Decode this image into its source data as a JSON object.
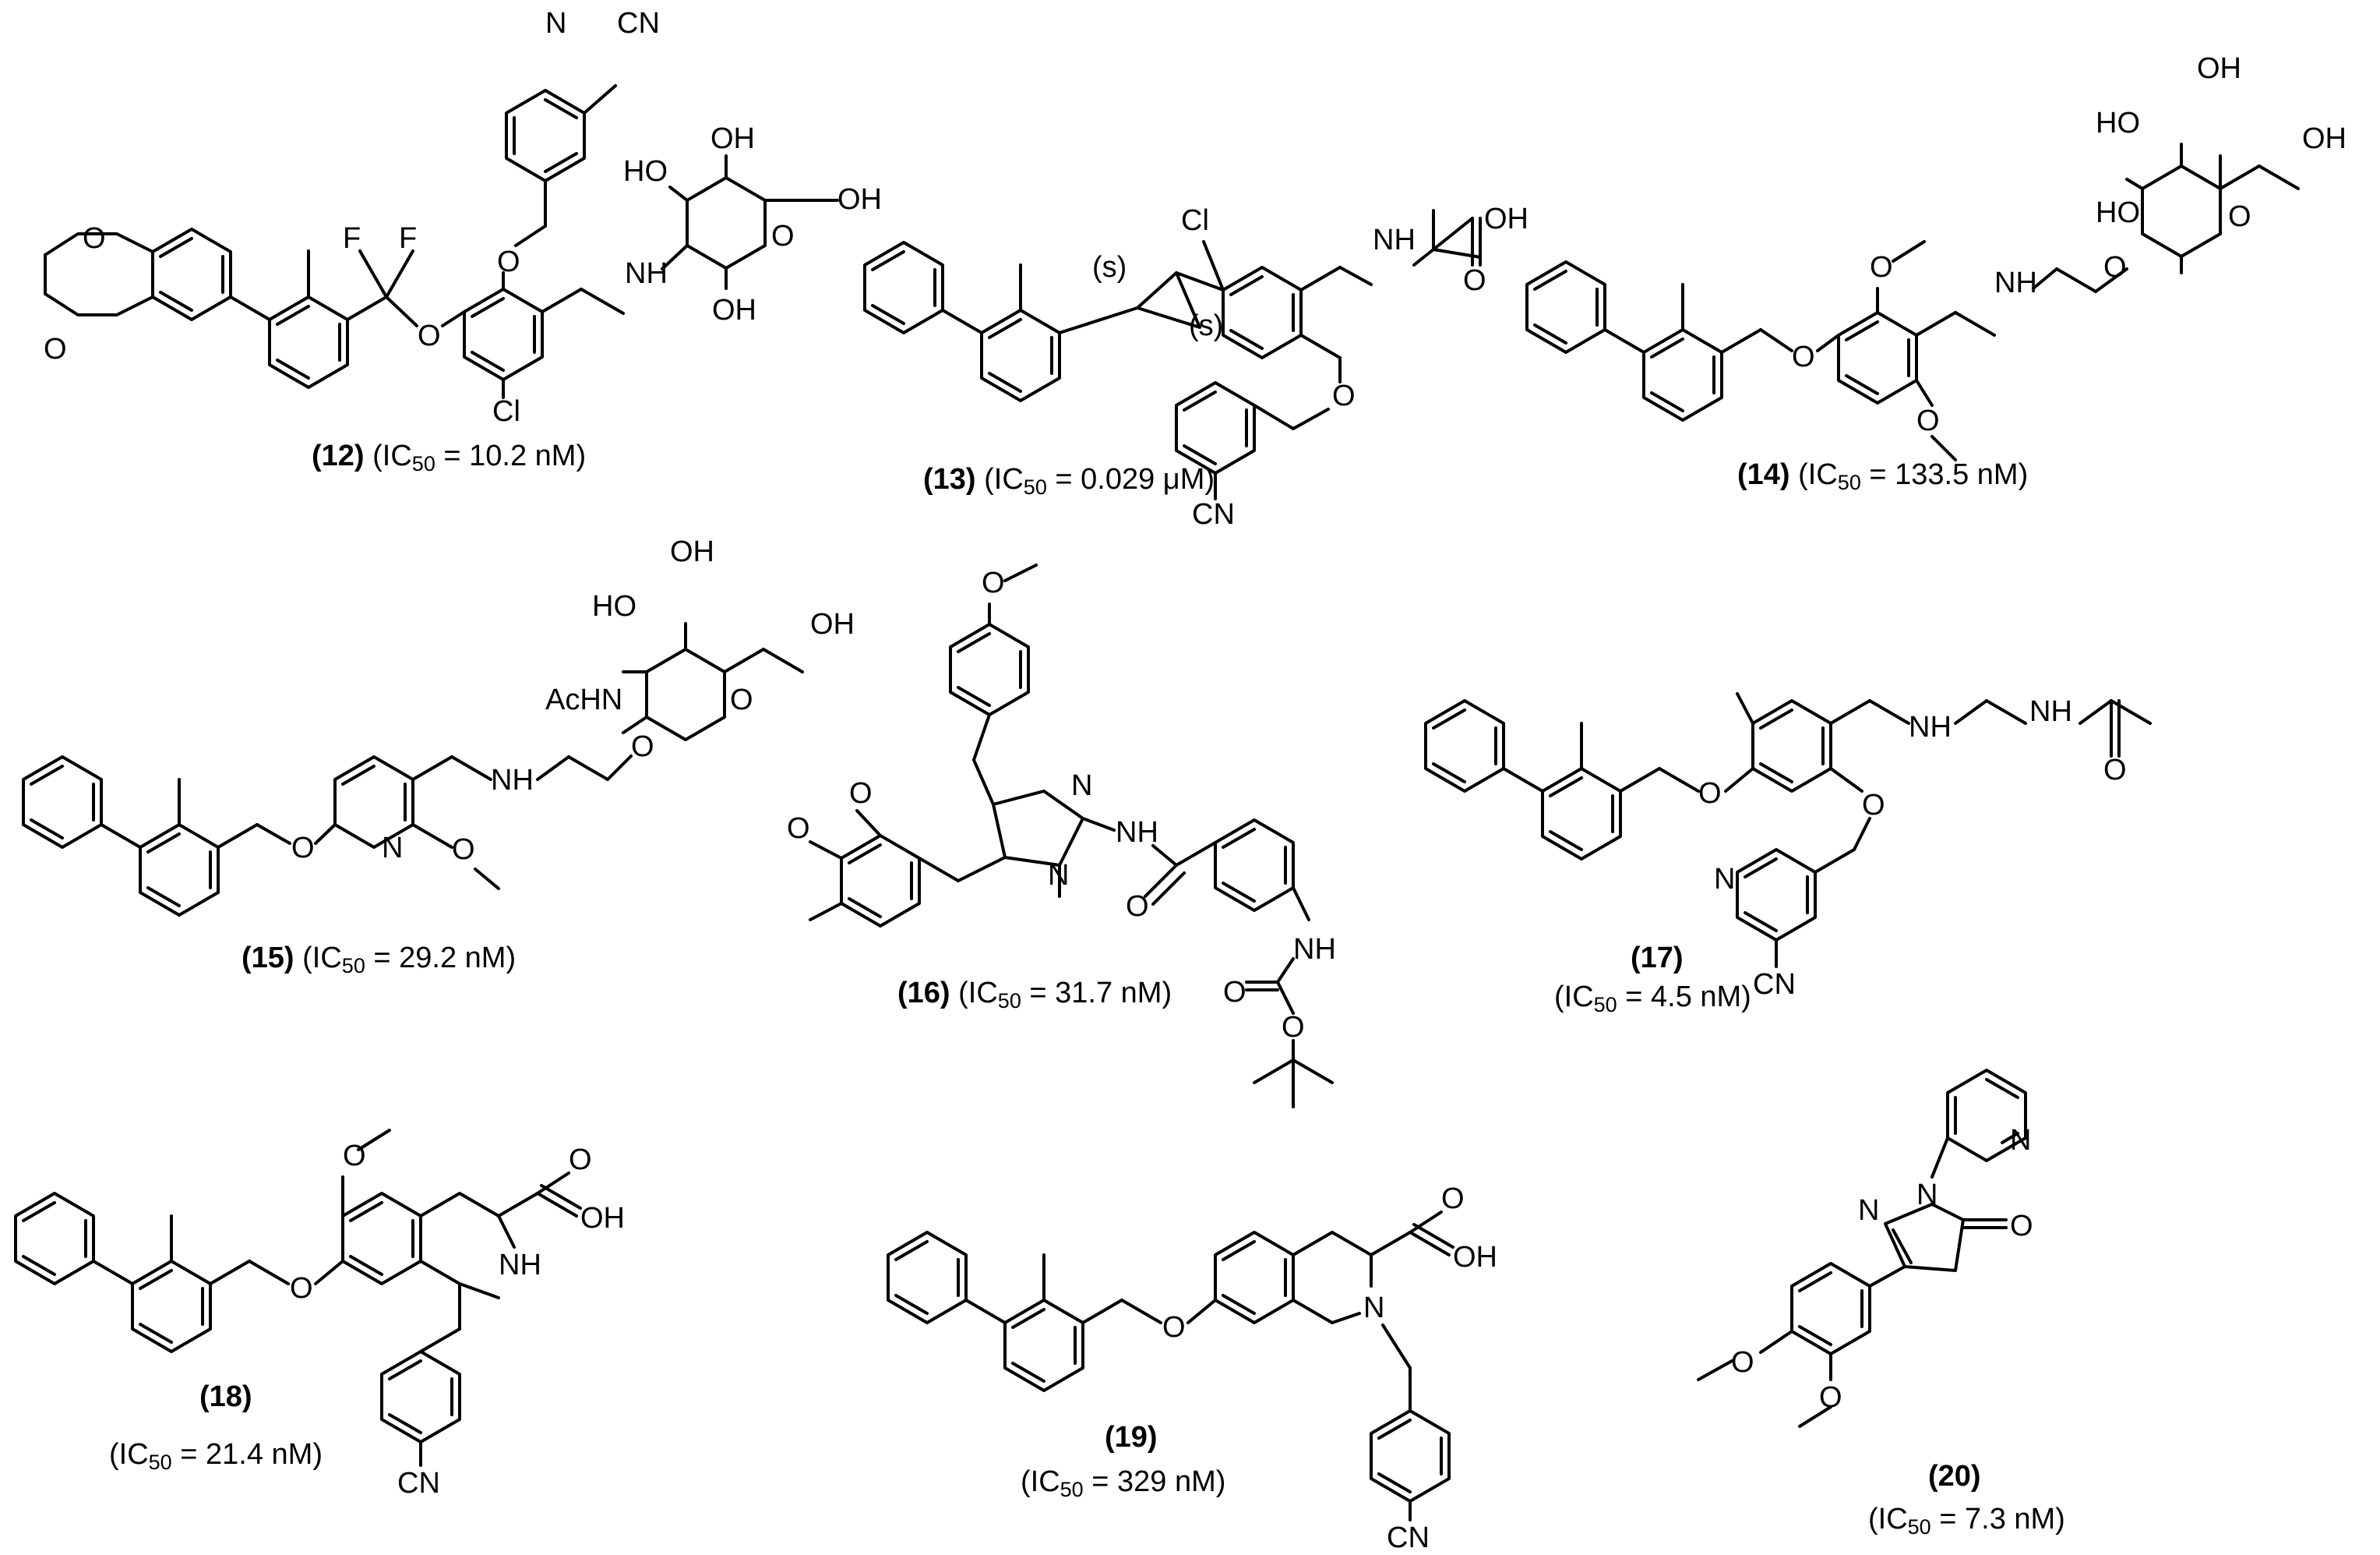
{
  "compounds": [
    {
      "id": "c12",
      "number": "(12)",
      "ic50_prefix": "(IC",
      "ic50_sub": "50",
      "ic50_rest": " = 10.2 nM)"
    },
    {
      "id": "c13",
      "number": "(13)",
      "ic50_prefix": "(IC",
      "ic50_sub": "50",
      "ic50_rest": " = 0.029 μM)"
    },
    {
      "id": "c14",
      "number": "(14)",
      "ic50_prefix": "(IC",
      "ic50_sub": "50",
      "ic50_rest": " = 133.5 nM)"
    },
    {
      "id": "c15",
      "number": "(15)",
      "ic50_prefix": "(IC",
      "ic50_sub": "50",
      "ic50_rest": " = 29.2 nM)"
    },
    {
      "id": "c16",
      "number": "(16)",
      "ic50_prefix": "(IC",
      "ic50_sub": "50",
      "ic50_rest": " = 31.7 nM)"
    },
    {
      "id": "c17",
      "number": "(17)",
      "ic50_prefix": "(IC",
      "ic50_sub": "50",
      "ic50_rest": " = 4.5 nM)"
    },
    {
      "id": "c18",
      "number": "(18)",
      "ic50_prefix": "(IC",
      "ic50_sub": "50",
      "ic50_rest": " = 21.4 nM)"
    },
    {
      "id": "c19",
      "number": "(19)",
      "ic50_prefix": "(IC",
      "ic50_sub": "50",
      "ic50_rest": " = 329 nM)"
    },
    {
      "id": "c20",
      "number": "(20)",
      "ic50_prefix": "(IC",
      "ic50_sub": "50",
      "ic50_rest": " = 7.3 nM)"
    }
  ],
  "atom_labels": {
    "O": "O",
    "OH": "OH",
    "HO": "HO",
    "NH": "NH",
    "N": "N",
    "CN": "CN",
    "Cl": "Cl",
    "F": "F",
    "AcHN": "AcHN",
    "s": "(s)"
  }
}
